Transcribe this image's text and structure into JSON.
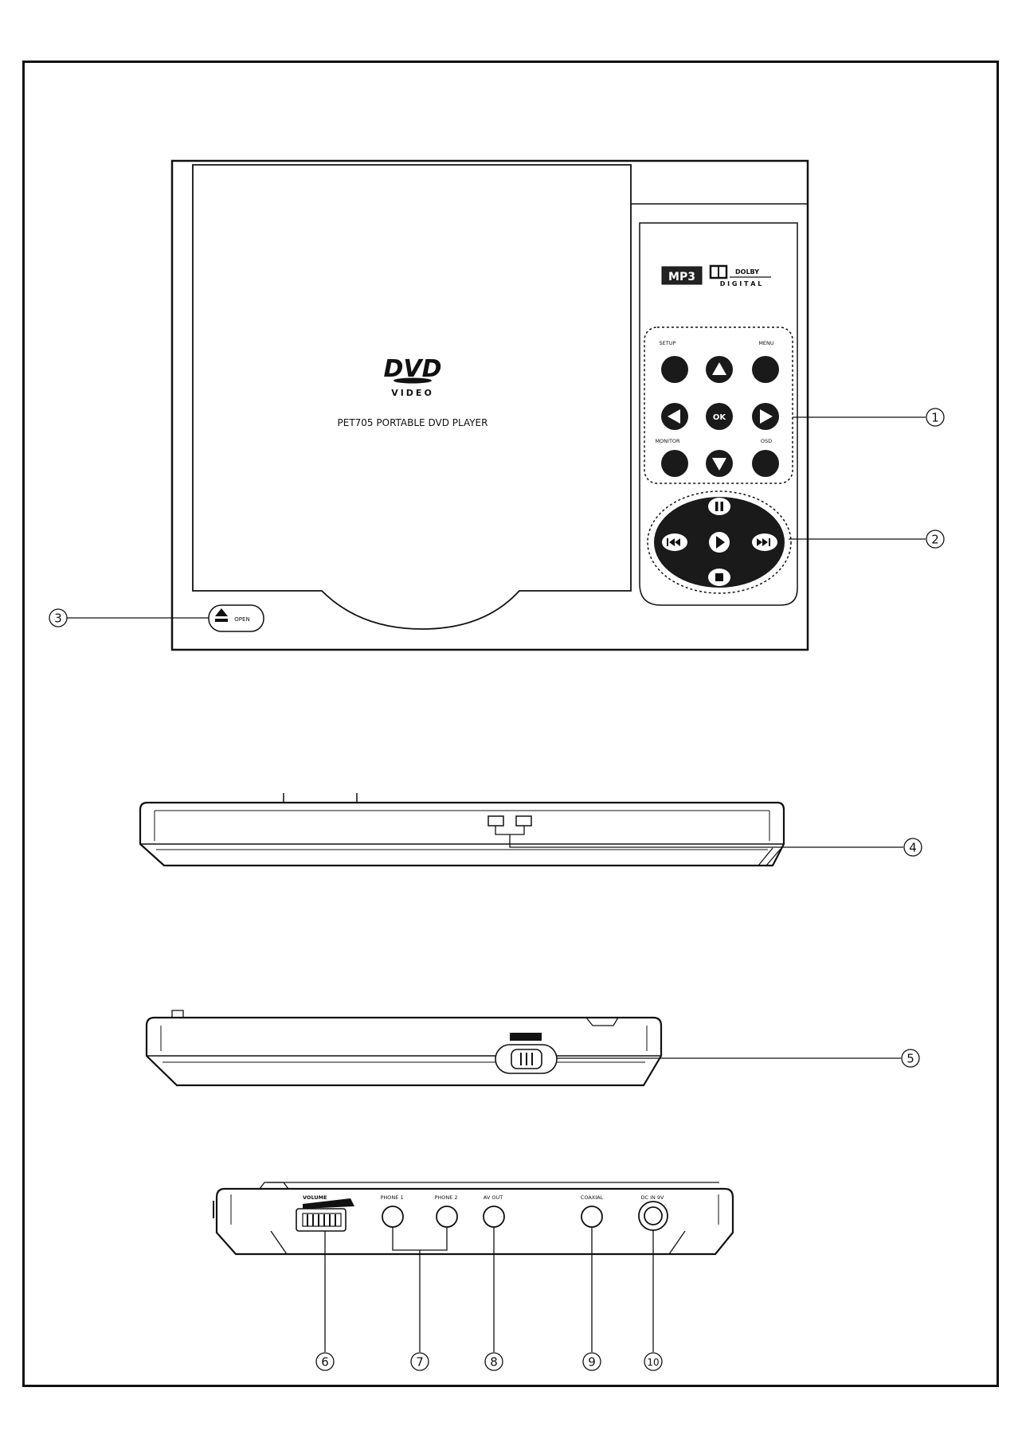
{
  "callouts": {
    "c1": "1",
    "c2": "2",
    "c3": "3",
    "c4": "4",
    "c5": "5",
    "c6": "6",
    "c7": "7",
    "c8": "8",
    "c9": "9",
    "c10": "10"
  },
  "top_view": {
    "dvd_logo": "DVD",
    "dvd_video": "VIDEO",
    "model_caption": "PET705 PORTABLE DVD PLAYER",
    "mp3_logo": "MP3",
    "dolby_line1": "DOLBY",
    "dolby_line2": "D I G I T A L",
    "open_label": "OPEN",
    "button_labels": {
      "setup": "SETUP",
      "menu": "MENU",
      "monitor": "MONITOR",
      "osd": "OSD",
      "ok": "OK"
    }
  },
  "side_view": {
    "jack_labels": {
      "volume": "VOLUME",
      "phone1": "PHONE 1",
      "phone2": "PHONE 2",
      "av_out": "AV OUT",
      "coaxial": "COAXIAL",
      "dc_in": "DC IN 9V"
    }
  },
  "colors": {
    "ink": "#111111",
    "paper": "#ffffff"
  }
}
